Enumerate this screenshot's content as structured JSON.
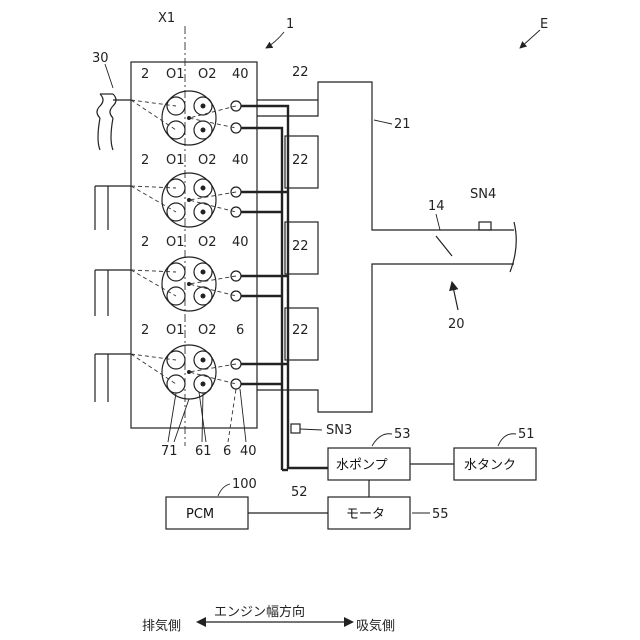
{
  "labels": {
    "system_ref": "E",
    "engine_ref": "1",
    "axis_ref": "X1",
    "exhaust_ref": "30",
    "intake_ref": "20",
    "runner_ref": "22",
    "manifold_ref": "21",
    "throttle_ref": "14",
    "sensor_sn4": "SN4",
    "sensor_sn3": "SN3",
    "pipe_ref": "52",
    "pump_ref": "53",
    "tank_ref": "51",
    "motor_ref": "55",
    "pcm_ref": "100"
  },
  "cylinders": [
    {
      "num": "2",
      "o1": "O1",
      "o2": "O2",
      "inj": "40"
    },
    {
      "num": "2",
      "o1": "O1",
      "o2": "O2",
      "inj": "40"
    },
    {
      "num": "2",
      "o1": "O1",
      "o2": "O2",
      "inj": "40"
    },
    {
      "num": "2",
      "o1": "O1",
      "o2": "O2",
      "inj": "6"
    }
  ],
  "bottom_refs": [
    "71",
    "61",
    "6",
    "40"
  ],
  "runner_labels": [
    "22",
    "22",
    "22",
    "22"
  ],
  "boxes": {
    "pump": "水ポンプ",
    "tank": "水タンク",
    "motor": "モータ",
    "pcm": "PCM"
  },
  "direction": {
    "title": "エンジン幅方向",
    "left": "排気側",
    "right": "吸気側"
  }
}
